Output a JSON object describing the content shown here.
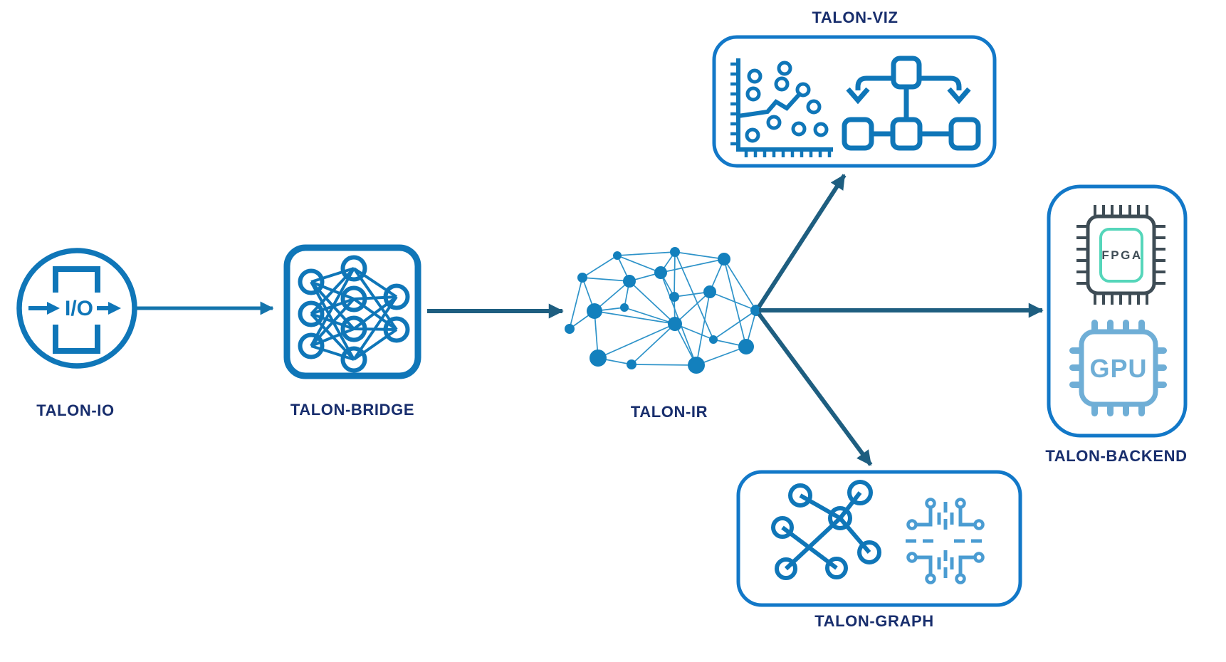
{
  "diagram": {
    "nodes": {
      "io": {
        "label": "TALON-IO",
        "icon": "io-circle-icon",
        "icon_text": "I/O"
      },
      "bridge": {
        "label": "TALON-BRIDGE",
        "icon": "neural-network-icon"
      },
      "ir": {
        "label": "TALON-IR",
        "icon": "network-graph-icon"
      },
      "viz": {
        "label": "TALON-VIZ",
        "icons": [
          "scatter-plot-icon",
          "flowchart-icon"
        ]
      },
      "backend": {
        "label": "TALON-BACKEND",
        "icons": [
          "fpga-chip-icon",
          "gpu-chip-icon"
        ],
        "fpga_label": "FPGA",
        "gpu_label": "GPU"
      },
      "graph": {
        "label": "TALON-GRAPH",
        "icons": [
          "molecule-graph-icon",
          "circuit-icon"
        ]
      }
    },
    "flow": [
      {
        "from": "TALON-IO",
        "to": "TALON-BRIDGE"
      },
      {
        "from": "TALON-BRIDGE",
        "to": "TALON-IR"
      },
      {
        "from": "TALON-IR",
        "to": "TALON-VIZ"
      },
      {
        "from": "TALON-IR",
        "to": "TALON-BACKEND"
      },
      {
        "from": "TALON-IR",
        "to": "TALON-GRAPH"
      }
    ],
    "colors": {
      "icon_blue": "#0f76b8",
      "box_border_blue": "#1278c8",
      "arrow_teal": "#1e5e80",
      "io_arrow_blue": "#1474ac",
      "label_navy": "#182e6d",
      "network_node_blue": "#1380bd",
      "network_edge_blue": "#2e93c9",
      "gpu_light_blue": "#6faed6",
      "circuit_blue": "#4a9cd2",
      "fpga_slate": "#3e4c55",
      "fpga_inner_teal": "#55d6ba",
      "background": "#ffffff"
    }
  }
}
